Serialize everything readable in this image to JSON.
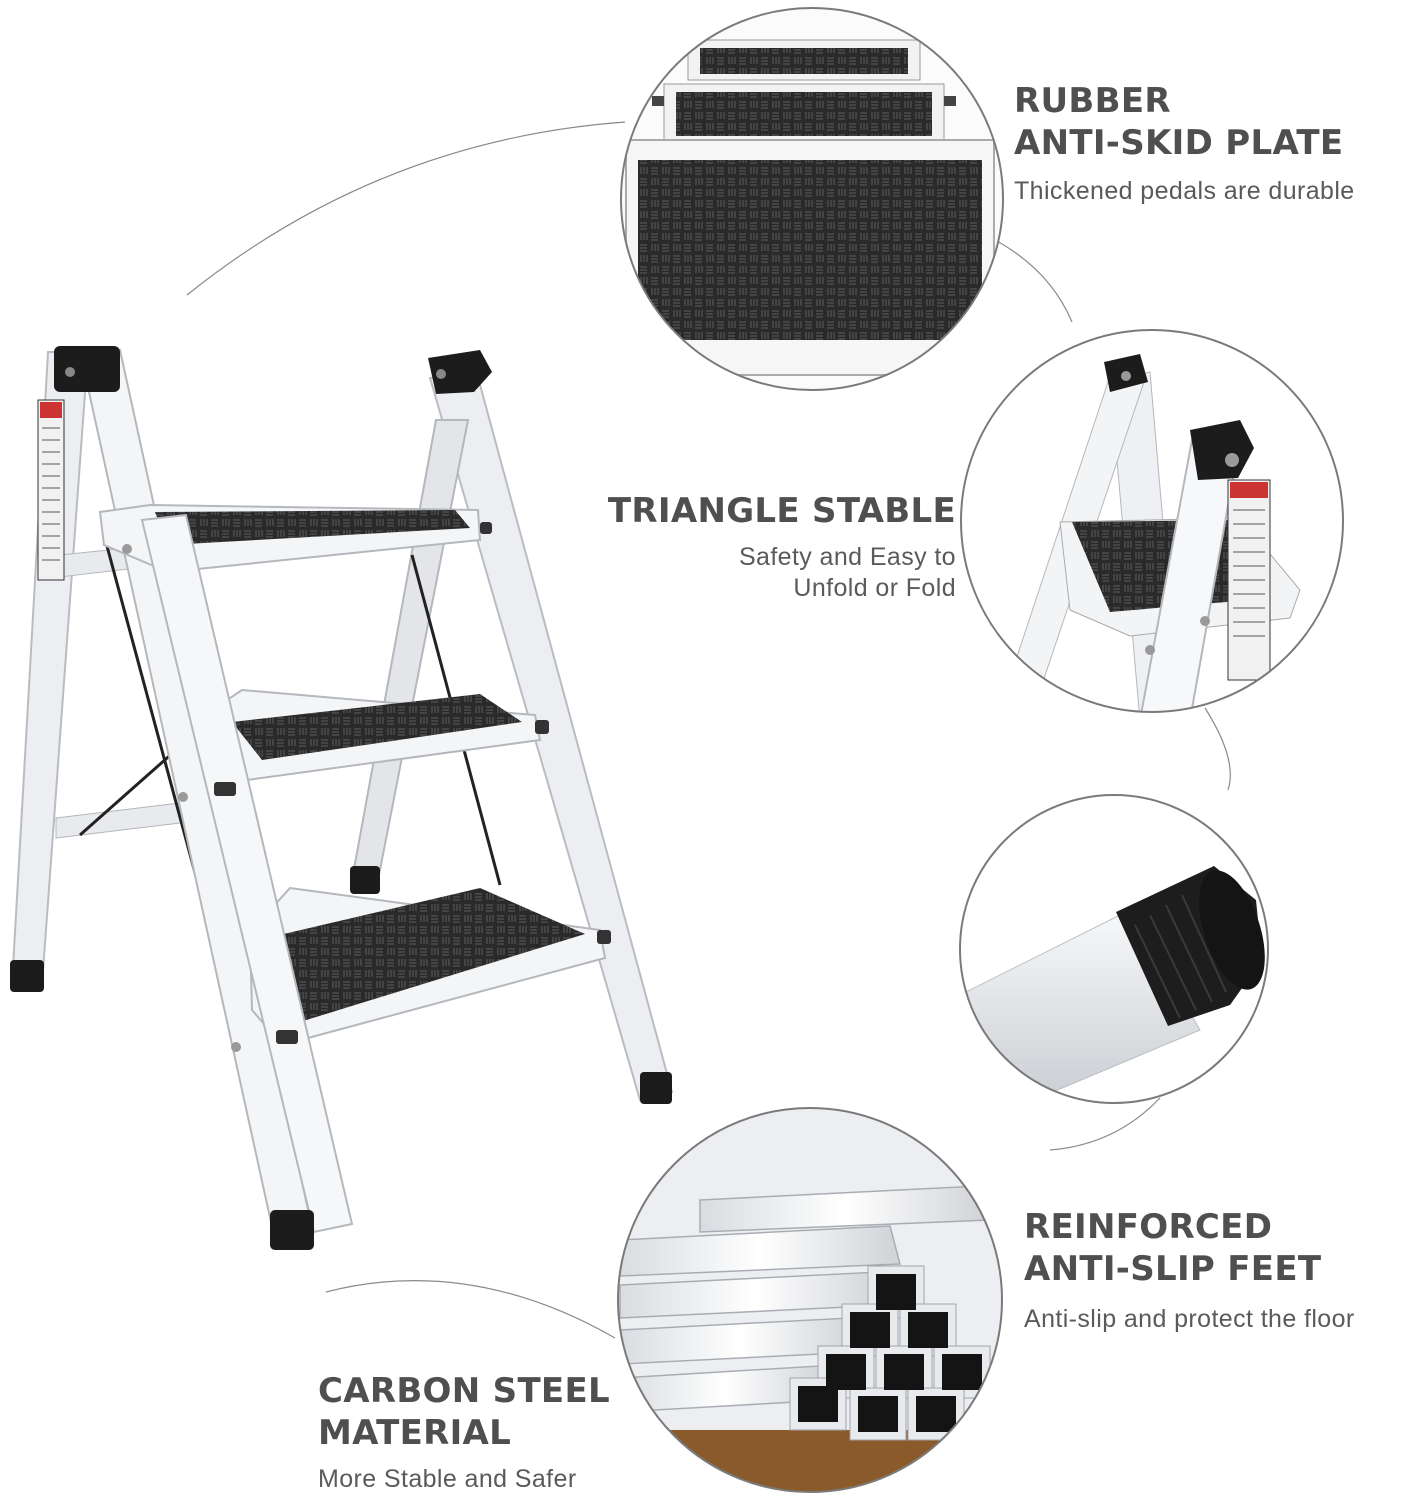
{
  "features": {
    "rubber": {
      "title_line1": "RUBBER",
      "title_line2": "ANTI-SKID PLATE",
      "subtitle": "Thickened pedals are durable",
      "image_icon": "rubber-tread-closeup"
    },
    "triangle": {
      "title": "TRIANGLE STABLE",
      "subtitle_line1": "Safety and Easy to",
      "subtitle_line2": "Unfold or Fold",
      "image_icon": "ladder-hinge-closeup"
    },
    "feet": {
      "title_line1": "REINFORCED",
      "title_line2": "ANTI-SLIP FEET",
      "subtitle": "Anti-slip and protect the floor",
      "image_icon": "rubber-foot-cap-closeup"
    },
    "steel": {
      "title_line1": "CARBON STEEL",
      "title_line2": "MATERIAL",
      "subtitle": "More Stable and Safer",
      "image_icon": "steel-tubes-closeup"
    }
  },
  "product": {
    "image_icon": "three-step-folding-ladder",
    "frame_color": "#f4f5f7",
    "tread_color": "#2b2b2b",
    "cap_color": "#1c1c1c"
  }
}
